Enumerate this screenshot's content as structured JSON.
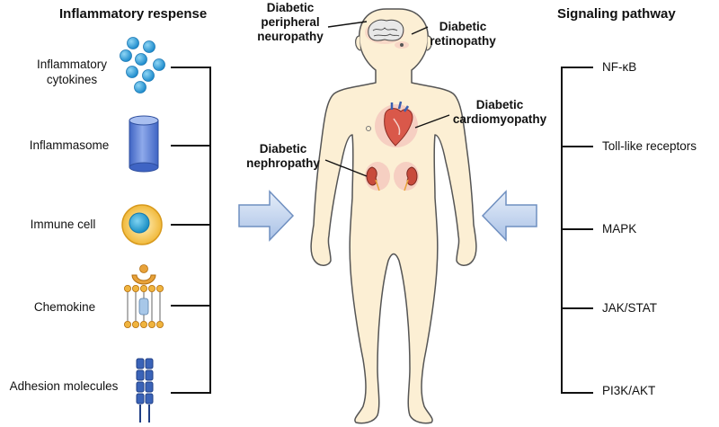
{
  "left_panel": {
    "heading": "Inflammatory respense",
    "items": [
      {
        "label_lines": [
          "Inflammatory",
          "cytokines"
        ],
        "icon": "cytokine-dots-icon"
      },
      {
        "label_lines": [
          "Inflammasome"
        ],
        "icon": "cylinder-icon"
      },
      {
        "label_lines": [
          "Immune cell"
        ],
        "icon": "cell-icon"
      },
      {
        "label_lines": [
          "Chemokine"
        ],
        "icon": "chemokine-receptor-icon"
      },
      {
        "label_lines": [
          "Adhesion molecules"
        ],
        "icon": "adhesion-molecule-icon"
      }
    ]
  },
  "right_panel": {
    "heading": "Signaling pathway",
    "items": [
      "NF-κB",
      "Toll-like receptors",
      "MAPK",
      "JAK/STAT",
      "PI3K/AKT"
    ]
  },
  "organ_labels": {
    "neuropathy": [
      "Diabetic",
      "peripheral",
      "neuropathy"
    ],
    "retinopathy": [
      "Diabetic",
      "retinopathy"
    ],
    "cardiomyopathy": [
      "Diabetic",
      "cardiomyopathy"
    ],
    "nephropathy": [
      "Diabetic",
      "nephropathy"
    ]
  },
  "colors": {
    "body_fill": "#fcefd4",
    "body_stroke": "#555555",
    "arrow_fill": "#c9d9f0",
    "arrow_stroke": "#6f8fc0",
    "cytokine": "#3ea6dc",
    "inflammasome": "#5b7fd6",
    "immune_cell": "#f3c24a",
    "immune_nucleus": "#2fa7d8",
    "chemokine": "#e8a23a",
    "adhesion": "#3a63b8"
  }
}
